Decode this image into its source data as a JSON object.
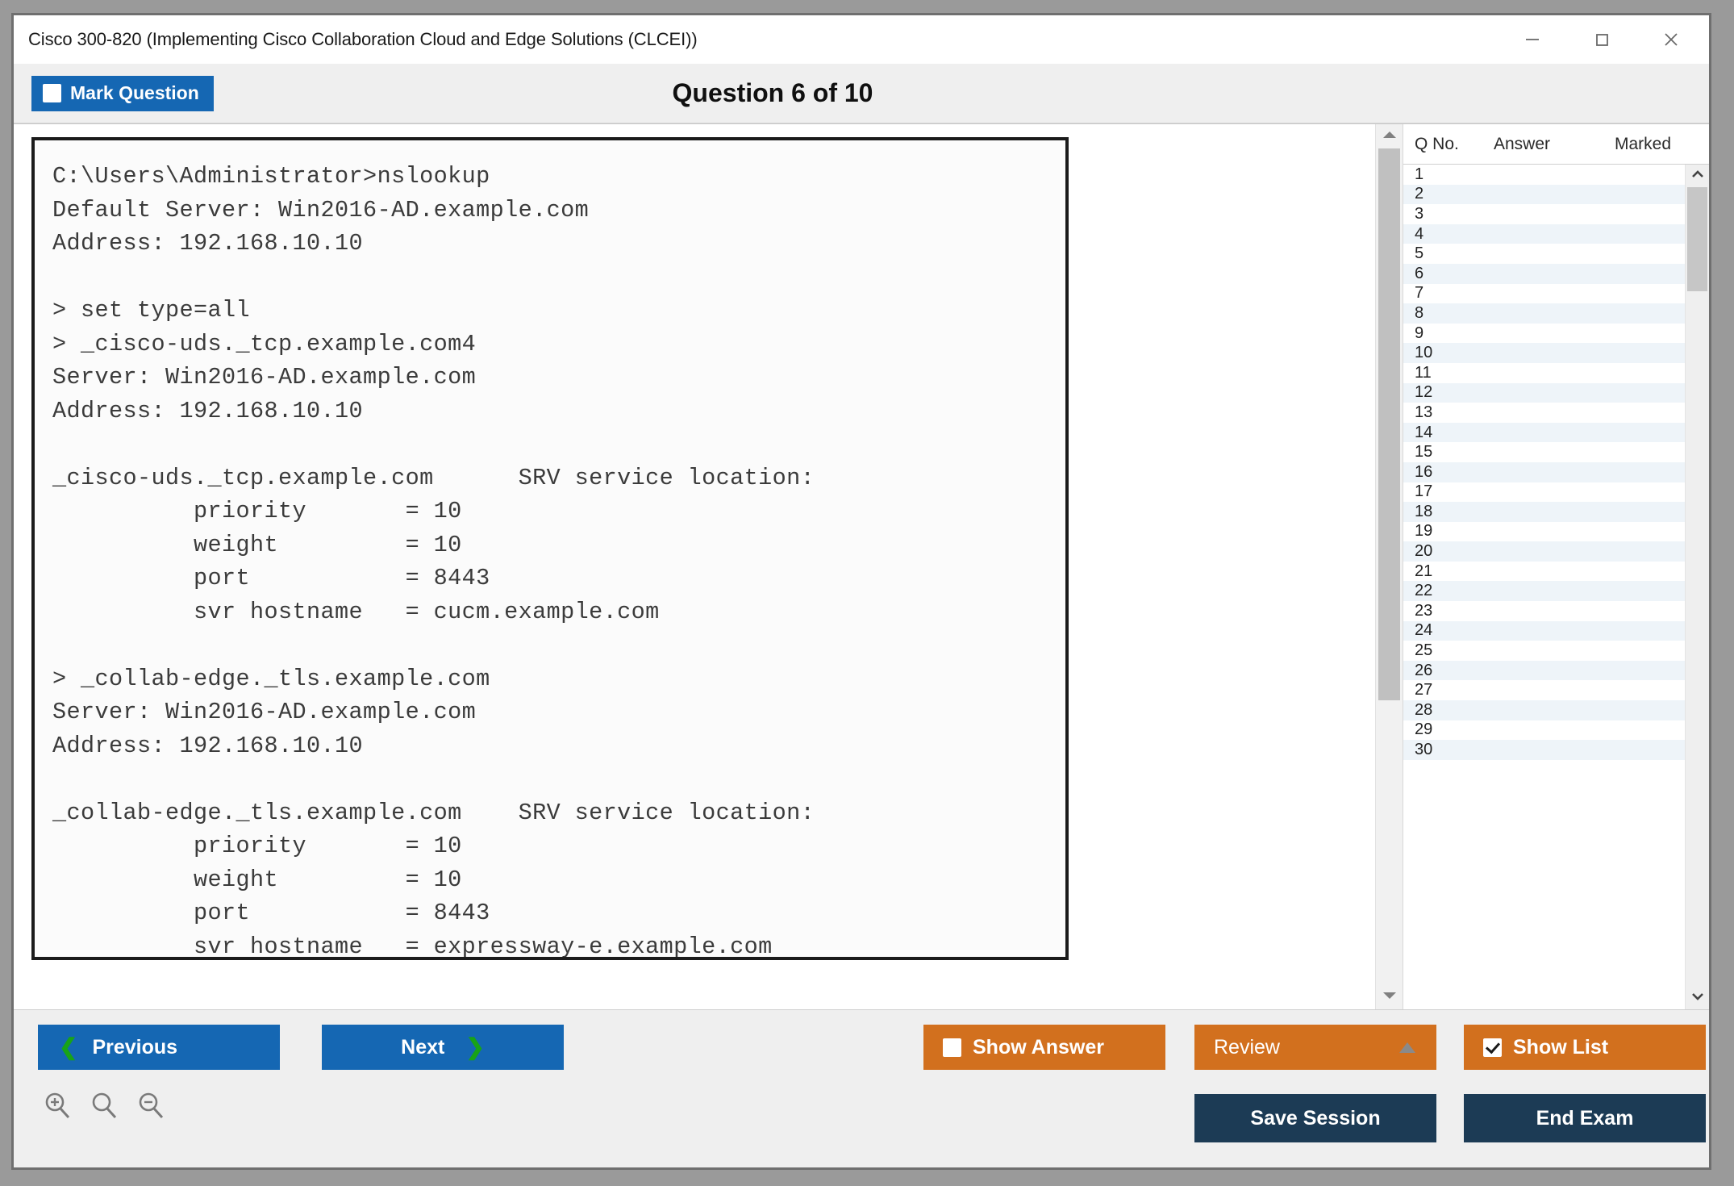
{
  "window": {
    "title": "Cisco 300-820 (Implementing Cisco Collaboration Cloud and Edge Solutions (CLCEI))",
    "controls": {
      "minimize": "minimize-icon",
      "maximize": "maximize-icon",
      "close": "close-icon"
    }
  },
  "header": {
    "mark_question_label": "Mark Question",
    "mark_question_checked": false,
    "question_counter": "Question 6 of 10"
  },
  "content": {
    "terminal_text": "C:\\Users\\Administrator>nslookup\nDefault Server: Win2016-AD.example.com\nAddress: 192.168.10.10\n\n> set type=all\n> _cisco-uds._tcp.example.com4\nServer: Win2016-AD.example.com\nAddress: 192.168.10.10\n\n_cisco-uds._tcp.example.com      SRV service location:\n          priority       = 10\n          weight         = 10\n          port           = 8443\n          svr hostname   = cucm.example.com\n\n> _collab-edge._tls.example.com\nServer: Win2016-AD.example.com\nAddress: 192.168.10.10\n\n_collab-edge._tls.example.com    SRV service location:\n          priority       = 10\n          weight         = 10\n          port           = 8443\n          svr hostname   = expressway-e.example.com\n>"
  },
  "question_list": {
    "columns": [
      "Q No.",
      "Answer",
      "Marked"
    ],
    "rows": [
      {
        "no": "1",
        "answer": "",
        "marked": ""
      },
      {
        "no": "2",
        "answer": "",
        "marked": ""
      },
      {
        "no": "3",
        "answer": "",
        "marked": ""
      },
      {
        "no": "4",
        "answer": "",
        "marked": ""
      },
      {
        "no": "5",
        "answer": "",
        "marked": ""
      },
      {
        "no": "6",
        "answer": "",
        "marked": ""
      },
      {
        "no": "7",
        "answer": "",
        "marked": ""
      },
      {
        "no": "8",
        "answer": "",
        "marked": ""
      },
      {
        "no": "9",
        "answer": "",
        "marked": ""
      },
      {
        "no": "10",
        "answer": "",
        "marked": ""
      },
      {
        "no": "11",
        "answer": "",
        "marked": ""
      },
      {
        "no": "12",
        "answer": "",
        "marked": ""
      },
      {
        "no": "13",
        "answer": "",
        "marked": ""
      },
      {
        "no": "14",
        "answer": "",
        "marked": ""
      },
      {
        "no": "15",
        "answer": "",
        "marked": ""
      },
      {
        "no": "16",
        "answer": "",
        "marked": ""
      },
      {
        "no": "17",
        "answer": "",
        "marked": ""
      },
      {
        "no": "18",
        "answer": "",
        "marked": ""
      },
      {
        "no": "19",
        "answer": "",
        "marked": ""
      },
      {
        "no": "20",
        "answer": "",
        "marked": ""
      },
      {
        "no": "21",
        "answer": "",
        "marked": ""
      },
      {
        "no": "22",
        "answer": "",
        "marked": ""
      },
      {
        "no": "23",
        "answer": "",
        "marked": ""
      },
      {
        "no": "24",
        "answer": "",
        "marked": ""
      },
      {
        "no": "25",
        "answer": "",
        "marked": ""
      },
      {
        "no": "26",
        "answer": "",
        "marked": ""
      },
      {
        "no": "27",
        "answer": "",
        "marked": ""
      },
      {
        "no": "28",
        "answer": "",
        "marked": ""
      },
      {
        "no": "29",
        "answer": "",
        "marked": ""
      },
      {
        "no": "30",
        "answer": "",
        "marked": ""
      }
    ]
  },
  "footer": {
    "previous_label": "Previous",
    "next_label": "Next",
    "show_answer_label": "Show Answer",
    "show_answer_checked": false,
    "review_label": "Review",
    "show_list_label": "Show List",
    "show_list_checked": true,
    "save_session_label": "Save Session",
    "end_exam_label": "End Exam",
    "zoom_in_icon": "zoom-in-icon",
    "zoom_reset_icon": "zoom-reset-icon",
    "zoom_out_icon": "zoom-out-icon"
  },
  "colors": {
    "primary_blue": "#1567b3",
    "accent_orange": "#d2701e",
    "navy": "#1c3b55",
    "chevron_green": "#18a318",
    "row_alt": "#eef4f9",
    "header_bg": "#efefef"
  }
}
